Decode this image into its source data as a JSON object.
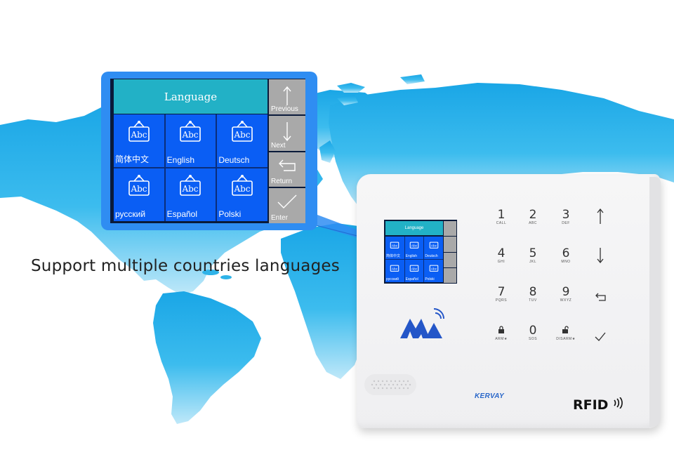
{
  "caption": "Support multiple countries languages",
  "zoom_screen": {
    "title": "Language",
    "languages": [
      "简体中文",
      "English",
      "Deutsch",
      "русский",
      "Español",
      "Polski"
    ],
    "buttons": [
      {
        "label": "Previous",
        "icon": "arrow-up-icon"
      },
      {
        "label": "Next",
        "icon": "arrow-down-icon"
      },
      {
        "label": "Return",
        "icon": "return-arrow-icon"
      },
      {
        "label": "Enter",
        "icon": "check-icon"
      }
    ]
  },
  "device": {
    "mini_title": "Language",
    "mini_languages": [
      "简体中文",
      "English",
      "Deutsch",
      "русский",
      "Español",
      "Polski"
    ],
    "keypad": [
      {
        "digit": "1",
        "sub": "CALL"
      },
      {
        "digit": "2",
        "sub": "ABC"
      },
      {
        "digit": "3",
        "sub": "DEF"
      },
      {
        "digit": "4",
        "sub": "GHI"
      },
      {
        "digit": "5",
        "sub": "JKL"
      },
      {
        "digit": "6",
        "sub": "MNO"
      },
      {
        "digit": "7",
        "sub": "PQRS"
      },
      {
        "digit": "8",
        "sub": "TUV"
      },
      {
        "digit": "9",
        "sub": "WXYZ"
      },
      {
        "digit": "",
        "sub": "ARM★"
      },
      {
        "digit": "0",
        "sub": "SOS"
      },
      {
        "digit": "",
        "sub": "DISARM★"
      }
    ],
    "brand": "KERVAY",
    "rfid_label": "RFID"
  },
  "colors": {
    "map_blue": "#2fb3e8",
    "screen_blue": "#0a5ef4",
    "title_teal": "#22b1c6",
    "button_gray": "#a9a9a9",
    "frame_blue": "#2f8df2"
  }
}
